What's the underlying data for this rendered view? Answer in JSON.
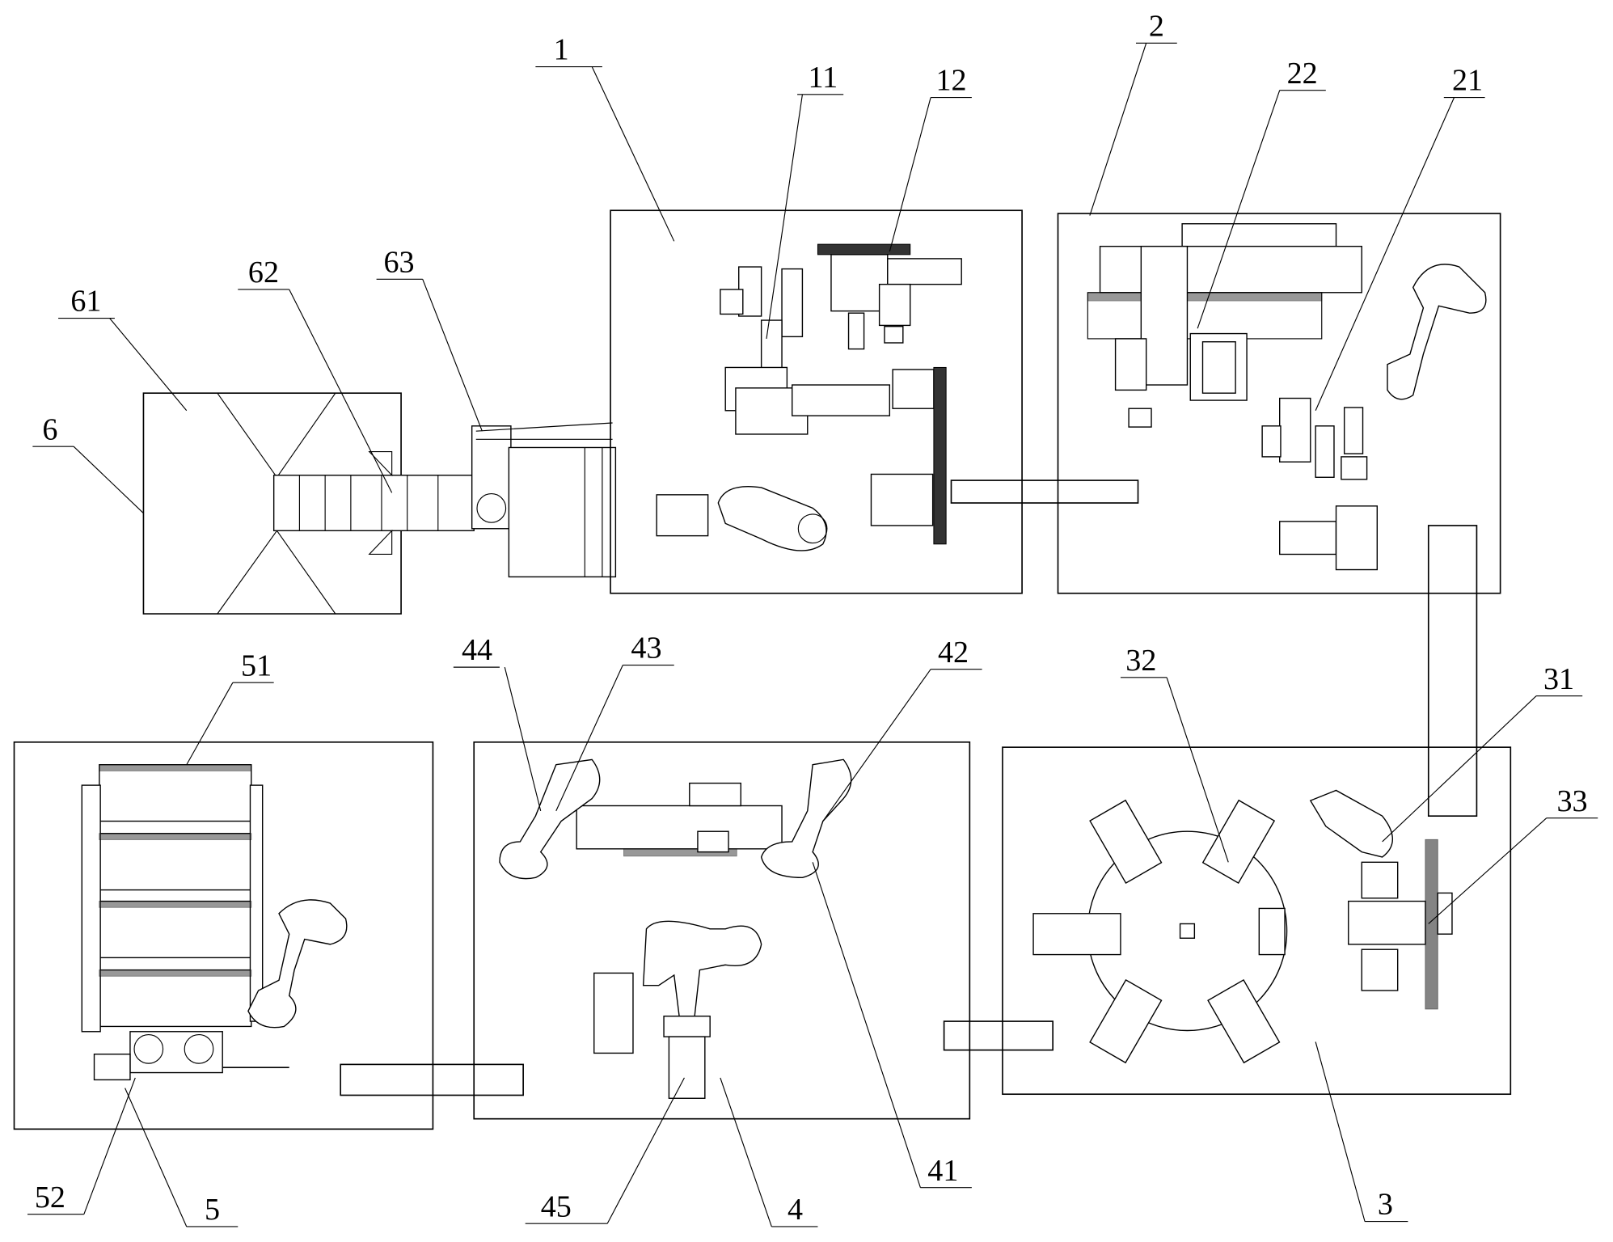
{
  "figure": {
    "labels": {
      "l1": "1",
      "l11": "11",
      "l12": "12",
      "l2": "2",
      "l21": "21",
      "l22": "22",
      "l3": "3",
      "l31": "31",
      "l32": "32",
      "l33": "33",
      "l4": "4",
      "l41": "41",
      "l42": "42",
      "l43": "43",
      "l44": "44",
      "l45": "45",
      "l5": "5",
      "l51": "51",
      "l52": "52",
      "l6": "6",
      "l61": "61",
      "l62": "62",
      "l63": "63"
    }
  }
}
